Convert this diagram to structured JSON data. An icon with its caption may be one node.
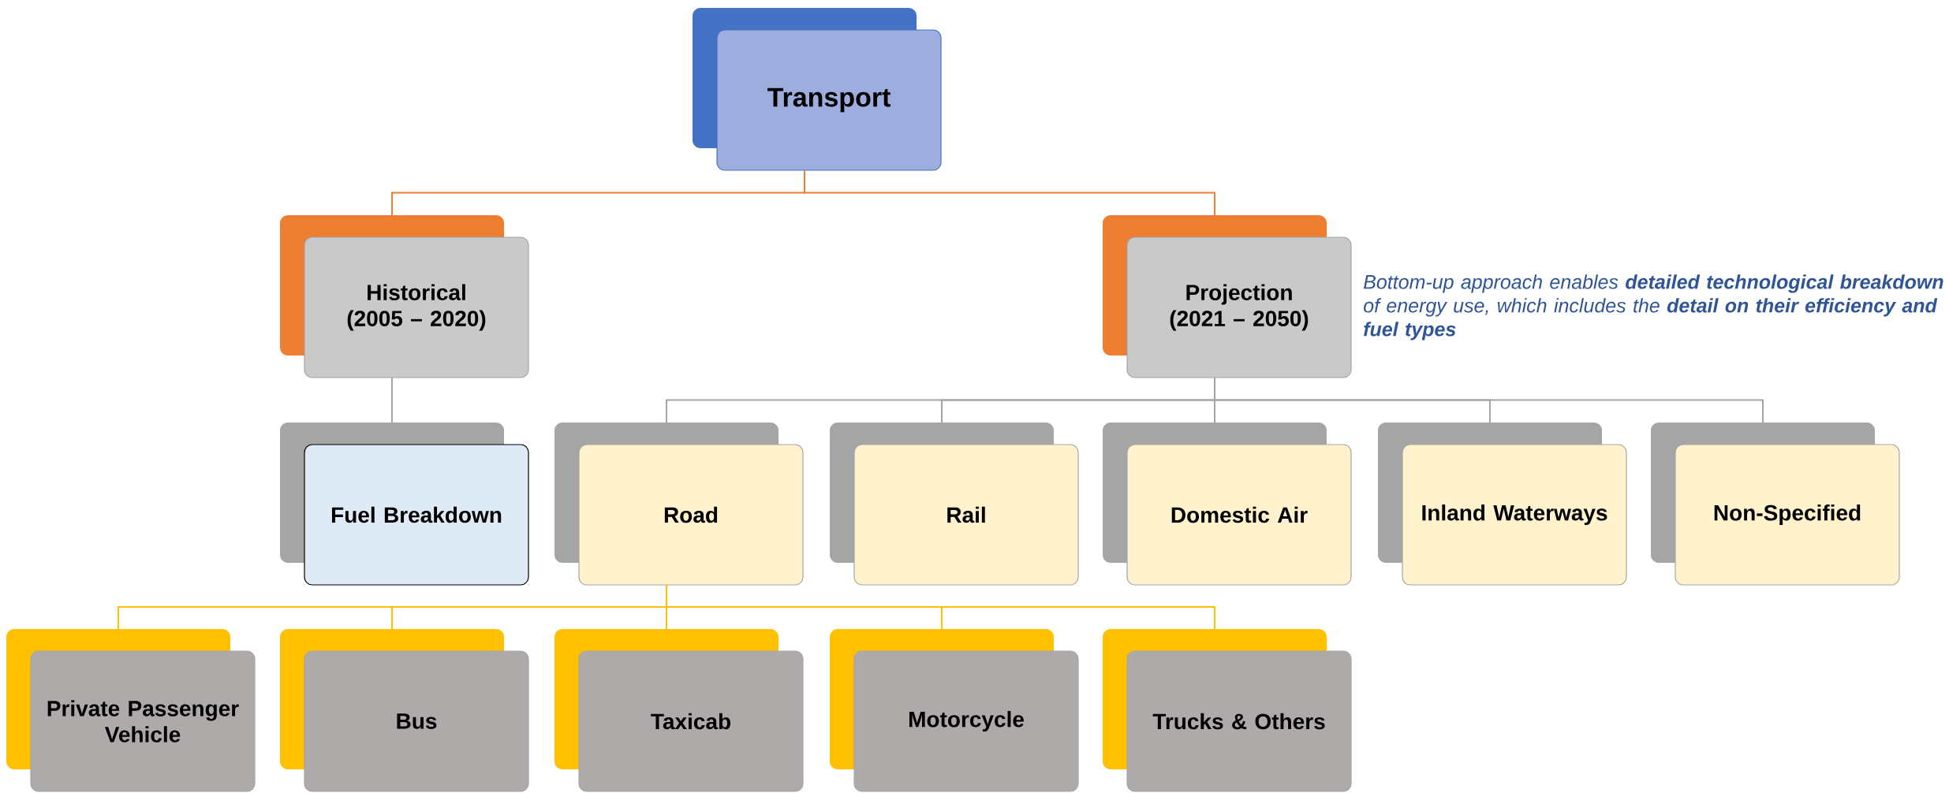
{
  "diagram": {
    "nodes": [
      {
        "text": [
          "Transport"
        ]
      },
      {
        "text": [
          "Historical (2005 – 2020)"
        ]
      },
      {
        "text": [
          "Projection (2021 – 2050)"
        ]
      },
      {
        "text": [
          "Fuel Breakdown"
        ]
      },
      {
        "text": [
          "Road"
        ]
      },
      {
        "text": [
          "Rail"
        ]
      },
      {
        "text": [
          "Domestic Air"
        ]
      },
      {
        "text": [
          "Inland Waterways"
        ]
      },
      {
        "text": [
          "Non-Specified"
        ]
      },
      {
        "text": [
          "Private Passenger Vehicle"
        ]
      },
      {
        "text": [
          "Bus"
        ]
      },
      {
        "text": [
          "Taxicab"
        ]
      },
      {
        "text": [
          "Motorcycle"
        ]
      },
      {
        "text": [
          "Trucks & Others"
        ]
      }
    ],
    "edges": [
      {
        "from": 0,
        "to": 1,
        "arrow": "none",
        "color": "#ed7d31"
      },
      {
        "from": 0,
        "to": 2,
        "arrow": "none",
        "color": "#ed7d31"
      },
      {
        "from": 1,
        "to": 3,
        "arrow": "none",
        "color": "#a5a5a5"
      },
      {
        "from": 2,
        "to": 4,
        "arrow": "none",
        "color": "#a5a5a5"
      },
      {
        "from": 2,
        "to": 5,
        "arrow": "none",
        "color": "#a5a5a5"
      },
      {
        "from": 2,
        "to": 6,
        "arrow": "none",
        "color": "#a5a5a5"
      },
      {
        "from": 2,
        "to": 7,
        "arrow": "none",
        "color": "#a5a5a5"
      },
      {
        "from": 2,
        "to": 8,
        "arrow": "none",
        "color": "#a5a5a5"
      },
      {
        "from": 4,
        "to": 9,
        "arrow": "none",
        "color": "#ffc000"
      },
      {
        "from": 4,
        "to": 10,
        "arrow": "none",
        "color": "#ffc000"
      },
      {
        "from": 4,
        "to": 11,
        "arrow": "none",
        "color": "#ffc000"
      },
      {
        "from": 4,
        "to": 12,
        "arrow": "none",
        "color": "#ffc000"
      },
      {
        "from": 4,
        "to": 13,
        "arrow": "none",
        "color": "#ffc000"
      }
    ],
    "labels": [
      "Bottom-up approach enables **detailed technological breakdown** of energy use, which includes the **detail on their efficiency and fuel types**"
    ]
  }
}
